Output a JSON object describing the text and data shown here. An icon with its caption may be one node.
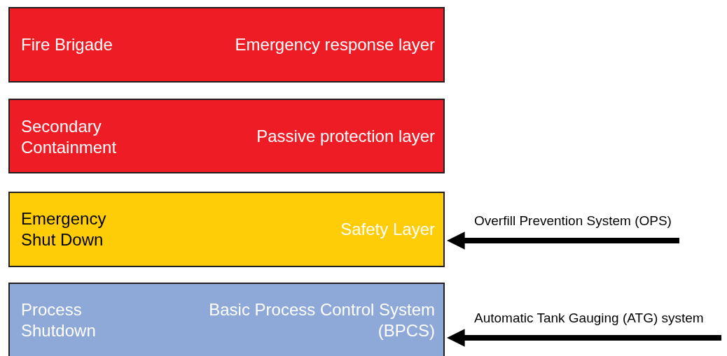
{
  "diagram": {
    "nodes": [
      {
        "text": [
          "Fire Brigade",
          "Emergency response layer"
        ]
      },
      {
        "text": [
          "Secondary Containment",
          "Passive protection layer"
        ]
      },
      {
        "text": [
          "Emergency Shut Down",
          "Safety Layer"
        ]
      },
      {
        "text": [
          "Process Shutdown",
          "Basic Process Control System (BPCS)"
        ]
      }
    ],
    "edges": [
      {
        "from": null,
        "to": 2,
        "arrow": "to",
        "label": "Overfill Prevention System (OPS)"
      },
      {
        "from": null,
        "to": 3,
        "arrow": "to",
        "label": "Automatic Tank Gauging (ATG) system"
      }
    ]
  }
}
